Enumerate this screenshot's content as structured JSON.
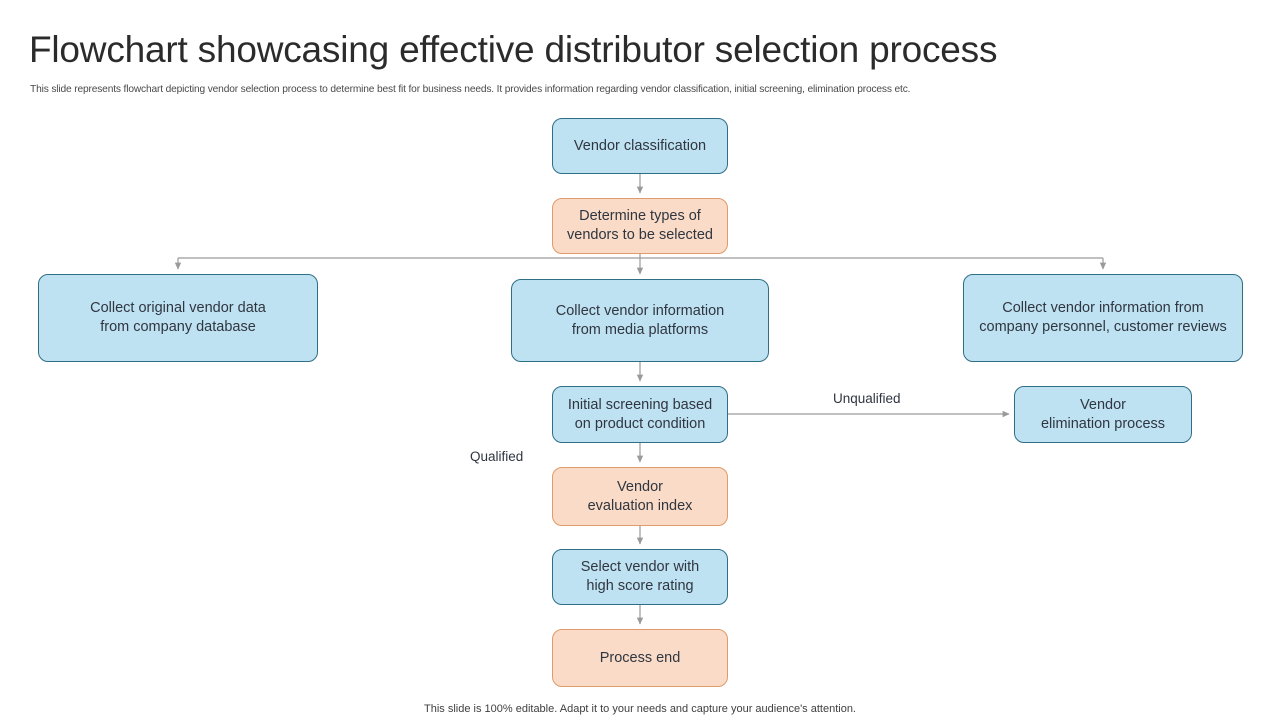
{
  "header": {
    "title": "Flowchart showcasing effective distributor selection process",
    "subtitle": "This slide represents flowchart depicting vendor selection process to determine best fit for  business needs. It provides information regarding vendor classification, initial screening, elimination process etc."
  },
  "footer": {
    "note": "This slide is 100% editable. Adapt it to your needs and capture your audience's attention."
  },
  "colors": {
    "blue_fill": "#bfe2f3",
    "blue_border": "#2f6f86",
    "orange_fill": "#fadbc7",
    "orange_border": "#e09a6b",
    "connector": "#9a9a9a",
    "text": "#2f3640"
  },
  "flowchart": {
    "nodes": [
      {
        "id": "vendor-classification",
        "label": "Vendor classification",
        "color": "blue"
      },
      {
        "id": "determine-types",
        "label": "Determine types of\nvendors to be selected",
        "color": "orange"
      },
      {
        "id": "collect-database",
        "label": "Collect original vendor data\nfrom company  database",
        "color": "blue"
      },
      {
        "id": "collect-media",
        "label": "Collect vendor information\nfrom media platforms",
        "color": "blue"
      },
      {
        "id": "collect-personnel",
        "label": "Collect vendor information from\ncompany personnel, customer reviews",
        "color": "blue"
      },
      {
        "id": "initial-screening",
        "label": "Initial  screening based\non product condition",
        "color": "blue"
      },
      {
        "id": "vendor-elimination",
        "label": "Vendor\nelimination process",
        "color": "blue"
      },
      {
        "id": "evaluation-index",
        "label": "Vendor\nevaluation  index",
        "color": "orange"
      },
      {
        "id": "select-vendor",
        "label": "Select vendor with\nhigh score rating",
        "color": "blue"
      },
      {
        "id": "process-end",
        "label": "Process end",
        "color": "orange"
      }
    ],
    "edge_labels": {
      "unqualified": "Unqualified",
      "qualified": "Qualified"
    }
  }
}
